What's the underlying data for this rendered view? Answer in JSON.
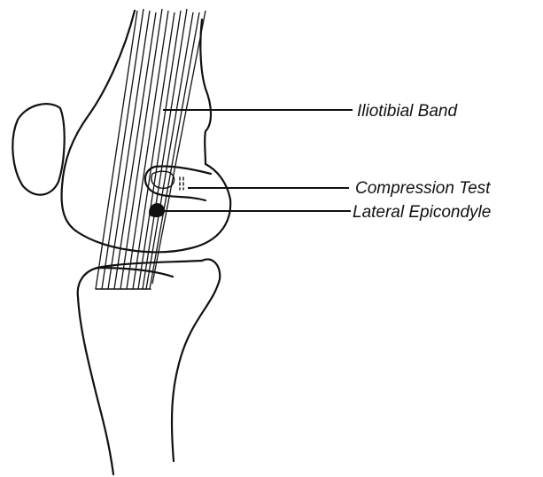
{
  "diagram": {
    "labels": {
      "iliotibial_band": "Iliotibial Band",
      "compression_test": "Compression Test",
      "lateral_epicondyle": "Lateral Epicondyle"
    },
    "colors": {
      "ink": "#111111",
      "background": "#ffffff"
    },
    "parts": [
      "patella",
      "femur",
      "tibia",
      "iliotibial-band",
      "thumb",
      "lateral-epicondyle-marker"
    ]
  }
}
